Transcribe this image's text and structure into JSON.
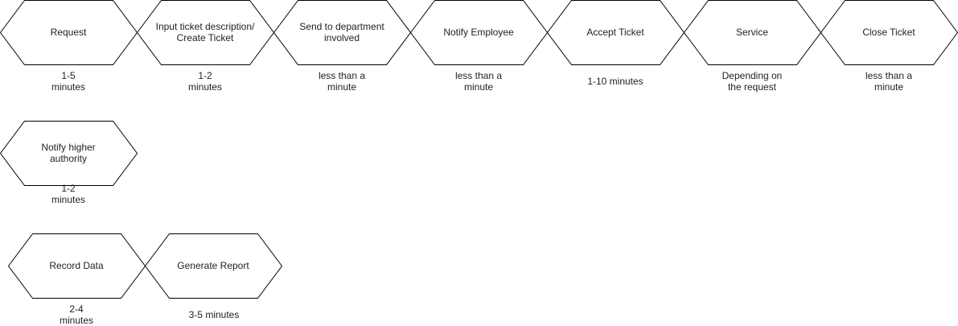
{
  "diagram": {
    "rows": [
      {
        "steps": [
          {
            "id": "request",
            "label": "Request",
            "duration": "1-5\nminutes"
          },
          {
            "id": "input-ticket",
            "label": "Input ticket description/\nCreate Ticket",
            "duration": "1-2\nminutes"
          },
          {
            "id": "send-department",
            "label": "Send to department\ninvolved",
            "duration": "less than a\nminute"
          },
          {
            "id": "notify-employee",
            "label": "Notify Employee",
            "duration": "less than a\nminute"
          },
          {
            "id": "accept-ticket",
            "label": "Accept Ticket",
            "duration": "1-10 minutes"
          },
          {
            "id": "service",
            "label": "Service",
            "duration": "Depending on\nthe request"
          },
          {
            "id": "close-ticket",
            "label": "Close Ticket",
            "duration": "less than a\nminute"
          }
        ]
      },
      {
        "steps": [
          {
            "id": "notify-higher-authority",
            "label": "Notify higher\nauthority",
            "duration": "1-2\nminutes"
          }
        ]
      },
      {
        "steps": [
          {
            "id": "record-data",
            "label": "Record Data",
            "duration": "2-4\nminutes"
          },
          {
            "id": "generate-report",
            "label": "Generate Report",
            "duration": "3-5 minutes"
          }
        ]
      }
    ],
    "colors": {
      "stroke": "#000000",
      "fill": "#ffffff",
      "text": "#222222"
    }
  }
}
